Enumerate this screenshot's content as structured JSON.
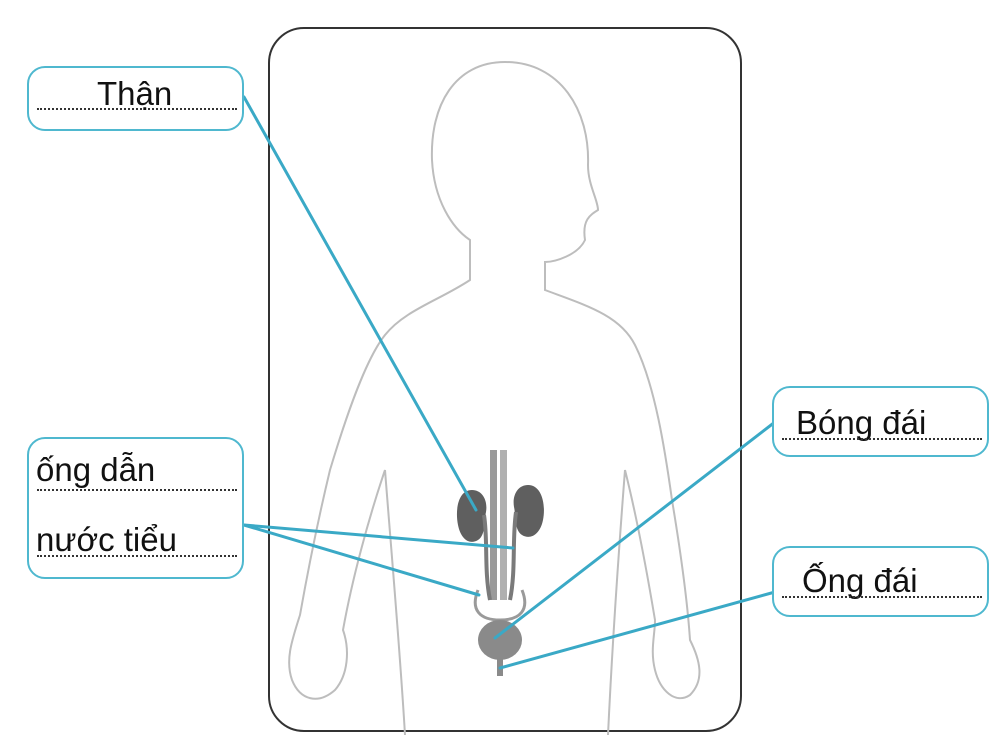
{
  "labels": {
    "kidney": "Thận",
    "ureter_line1": "ống dẫn",
    "ureter_line2": "nước tiểu",
    "bladder": "Bóng đái",
    "urethra": "Ống đái"
  },
  "colors": {
    "leader_line": "#3aa9c6",
    "box_border": "#4fb8cf",
    "organ": "#6e6e6e",
    "outline": "#bdbdbd"
  }
}
